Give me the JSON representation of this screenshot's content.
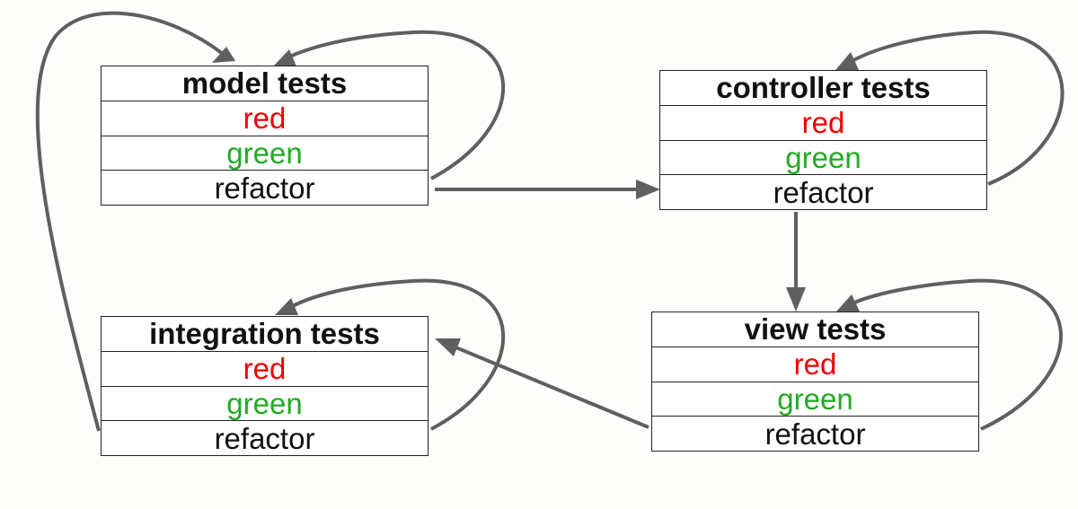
{
  "boxes": {
    "model": {
      "title": "model tests",
      "red": "red",
      "green": "green",
      "refactor": "refactor"
    },
    "controller": {
      "title": "controller tests",
      "red": "red",
      "green": "green",
      "refactor": "refactor"
    },
    "view": {
      "title": "view tests",
      "red": "red",
      "green": "green",
      "refactor": "refactor"
    },
    "integration": {
      "title": "integration tests",
      "red": "red",
      "green": "green",
      "refactor": "refactor"
    }
  },
  "colors": {
    "red": "#ee0000",
    "green": "#22aa22",
    "arrow": "#5f5f5f",
    "border": "#222222"
  }
}
